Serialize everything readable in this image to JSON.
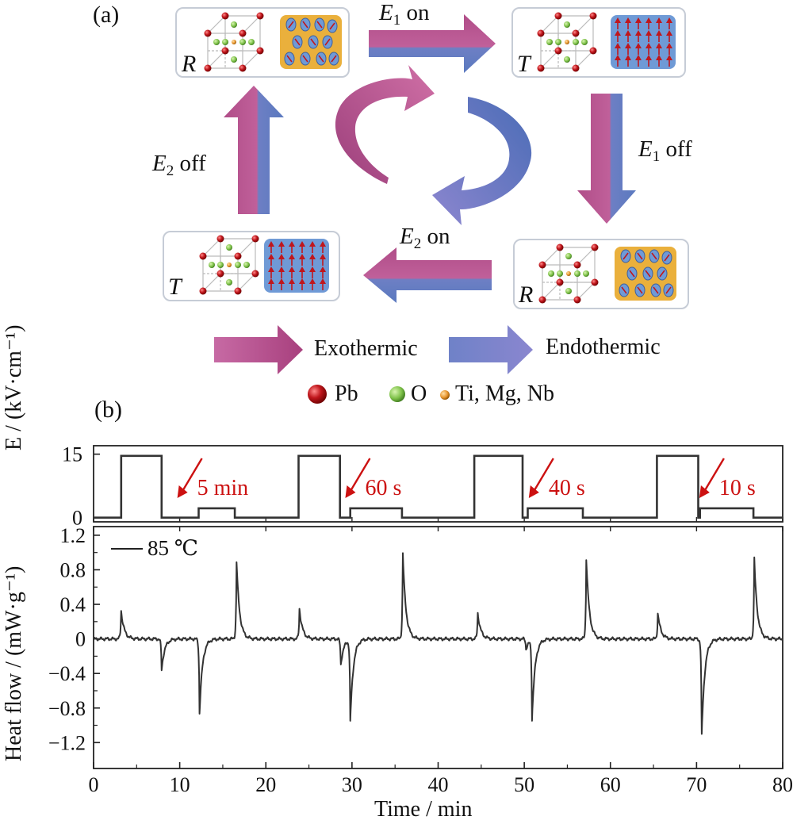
{
  "panel_a": {
    "label": "(a)",
    "state_labels": {
      "top_left": "R",
      "top_right": "T",
      "bottom_left": "T",
      "bottom_right": "R"
    },
    "conditions": {
      "e1_on": {
        "symbol": "E",
        "sub": "1",
        "text": " on"
      },
      "e1_off": {
        "symbol": "E",
        "sub": "1",
        "text": " off"
      },
      "e2_on": {
        "symbol": "E",
        "sub": "2",
        "text": " on"
      },
      "e2_off": {
        "symbol": "E",
        "sub": "2",
        "text": " off"
      }
    },
    "process_legend": {
      "exothermic": "Exothermic",
      "endothermic": "Endothermic"
    },
    "atom_legend": {
      "pb": "Pb",
      "o": "O",
      "b_site": "Ti, Mg, Nb"
    },
    "colors": {
      "pink": "#b24f8a",
      "blue": "#5b78bd",
      "gold": "#eab03c",
      "light_blue": "#6f9ad6",
      "red_atom": "#c0161c",
      "green_atom": "#7fc24a",
      "orange_atom": "#e8962e"
    }
  },
  "panel_b": {
    "label": "(b)",
    "top_ylabel": "E / (kV·cm⁻¹)",
    "bottom_ylabel": "Heat flow / (mW·g⁻¹)",
    "xlabel": "Time / min",
    "legend": "85 ℃",
    "annotations": [
      "5 min",
      "60 s",
      "40 s",
      "10 s"
    ],
    "annotation_color": "#cc1111"
  },
  "chart_data": [
    {
      "type": "line",
      "title": "",
      "xlabel": "",
      "ylabel": "E / (kV·cm⁻¹)",
      "xlim": [
        0,
        80
      ],
      "ylim": [
        -1,
        17
      ],
      "yticks": [
        0,
        15
      ],
      "series": [
        {
          "x": [
            0,
            3.2,
            3.2,
            7.9,
            7.9,
            12.2,
            12.2,
            16.4,
            16.4,
            23.8,
            23.8,
            28.6,
            28.6,
            29.8,
            29.8,
            35.8,
            35.8,
            44.2,
            44.2,
            49.8,
            49.8,
            50.4,
            50.4,
            56.8,
            56.8,
            65.4,
            65.4,
            70.2,
            70.2,
            70.4,
            70.4,
            76.6,
            76.6,
            80
          ],
          "y": [
            0,
            0,
            14.6,
            14.6,
            0,
            0,
            2.2,
            2.2,
            0,
            0,
            14.6,
            14.6,
            0,
            0,
            2.2,
            2.2,
            0,
            0,
            14.6,
            14.6,
            0,
            0,
            2.2,
            2.2,
            0,
            0,
            14.6,
            14.6,
            0,
            0,
            2.2,
            2.2,
            0,
            0
          ]
        }
      ],
      "annotations": [
        {
          "text": "5 min",
          "x": 10
        },
        {
          "text": "60 s",
          "x": 29.5
        },
        {
          "text": "40 s",
          "x": 50.8
        },
        {
          "text": "10 s",
          "x": 70.6
        }
      ]
    },
    {
      "type": "line",
      "title": "",
      "xlabel": "Time / min",
      "ylabel": "Heat flow / (mW·g⁻¹)",
      "xlim": [
        0,
        80
      ],
      "ylim": [
        -1.5,
        1.3
      ],
      "xticks": [
        0,
        10,
        20,
        30,
        40,
        50,
        60,
        70,
        80
      ],
      "yticks": [
        1.2,
        0.8,
        0.4,
        0,
        -0.4,
        -0.8,
        -1.2
      ],
      "ytick_labels": [
        "1.2",
        "0.8",
        "0.4",
        "0",
        "−0.4",
        "−0.8",
        "−1.2"
      ],
      "legend": [
        "85 ℃"
      ],
      "series": [
        {
          "name": "85 ℃",
          "peaks": [
            {
              "t": 3.2,
              "amp": 0.33
            },
            {
              "t": 7.9,
              "amp": -0.36
            },
            {
              "t": 12.3,
              "amp": -0.86
            },
            {
              "t": 16.6,
              "amp": 0.89
            },
            {
              "t": 23.9,
              "amp": 0.35
            },
            {
              "t": 28.7,
              "amp": -0.3
            },
            {
              "t": 29.8,
              "amp": -0.95
            },
            {
              "t": 35.9,
              "amp": 0.99
            },
            {
              "t": 44.6,
              "amp": 0.3
            },
            {
              "t": 50.2,
              "amp": -0.12
            },
            {
              "t": 50.9,
              "amp": -0.92
            },
            {
              "t": 57.2,
              "amp": 0.93
            },
            {
              "t": 65.5,
              "amp": 0.3
            },
            {
              "t": 70.6,
              "amp": -1.12
            },
            {
              "t": 76.7,
              "amp": 0.93
            }
          ]
        }
      ]
    }
  ]
}
